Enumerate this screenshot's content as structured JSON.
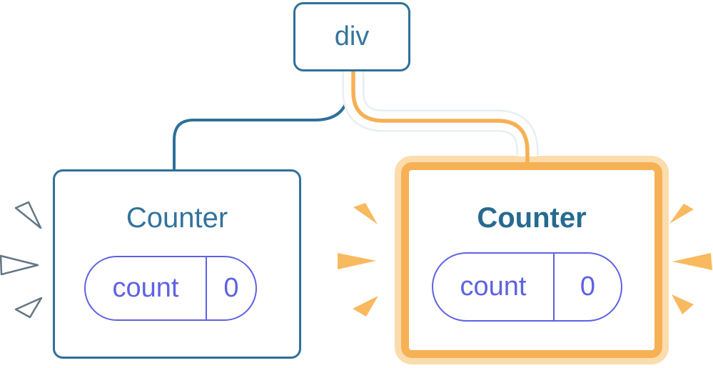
{
  "diagram": {
    "root_node": {
      "label": "div"
    },
    "counters": [
      {
        "title": "Counter",
        "state_key": "count",
        "state_value": "0"
      },
      {
        "title": "Counter",
        "state_key": "count",
        "state_value": "0"
      }
    ],
    "colors": {
      "tree_blue": "#2e7098",
      "title_blue": "#31739c",
      "title_blue_bold": "#276a90",
      "pill_purple": "#5e62e2",
      "highlight_orange": "#f7b155",
      "highlight_orange_light": "#fbdcac",
      "connector_orange": "#f7b055",
      "burst_orange": "#f9b95f",
      "burst_white": "#ffffff"
    }
  }
}
